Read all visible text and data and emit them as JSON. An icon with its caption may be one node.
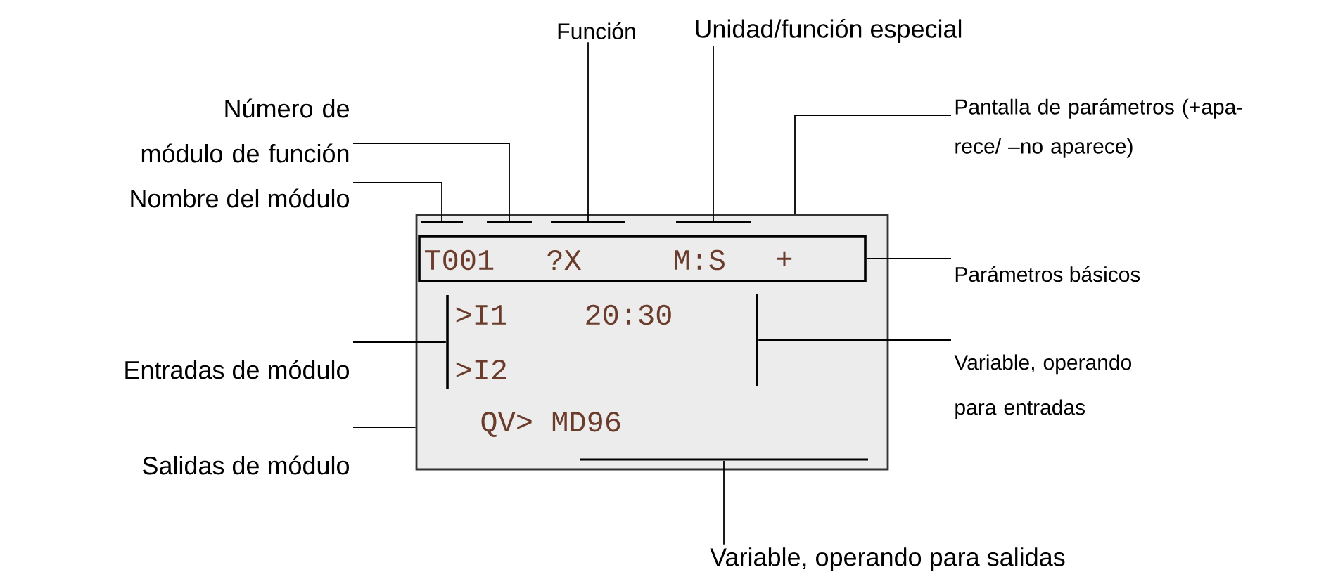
{
  "diagram": {
    "nodes": [
      {
        "text": [
          ">I1",
          "20:30",
          ">I2",
          "QV> MD96"
        ]
      },
      {
        "text": [
          "T001",
          "?X",
          "M:S",
          "+"
        ],
        "in": 0
      },
      {
        "text": [
          "Número de módulo de función"
        ]
      },
      {
        "text": [
          "Nombre del módulo"
        ]
      },
      {
        "text": [
          "Función"
        ]
      },
      {
        "text": [
          "Unidad/función especial"
        ]
      },
      {
        "text": [
          "Pantalla de parámetros (+apa- rece/ –no aparece)"
        ]
      },
      {
        "text": [
          "Parámetros básicos"
        ]
      },
      {
        "text": [
          "Entradas de módulo"
        ]
      },
      {
        "text": [
          "Variable, operando para entradas"
        ]
      },
      {
        "text": [
          "Salidas de módulo"
        ]
      },
      {
        "text": [
          "Variable, operando para salidas"
        ]
      },
      {
        "text": [],
        "shape": "bar",
        "in": 0
      },
      {
        "text": [],
        "shape": "bar",
        "in": 0
      },
      {
        "text": [],
        "shape": "bar",
        "in": 0
      },
      {
        "text": [],
        "shape": "bar",
        "in": 0
      },
      {
        "text": [],
        "shape": "bar",
        "in": 0
      },
      {
        "text": [],
        "shape": "bar",
        "in": 0
      },
      {
        "text": [],
        "shape": "bar",
        "in": 0
      }
    ],
    "edges": [
      {
        "from": 2,
        "to": 13,
        "arrow": "none"
      },
      {
        "from": 3,
        "to": 12,
        "arrow": "none"
      },
      {
        "from": 4,
        "to": 14,
        "arrow": "none"
      },
      {
        "from": 5,
        "to": 15,
        "arrow": "none"
      },
      {
        "from": 6,
        "to": 0,
        "arrow": "none"
      },
      {
        "from": 7,
        "to": 1,
        "arrow": "none"
      },
      {
        "from": 8,
        "to": 16,
        "arrow": "none"
      },
      {
        "from": 9,
        "to": 17,
        "arrow": "none"
      },
      {
        "from": 10,
        "to": 0,
        "arrow": "none"
      },
      {
        "from": 11,
        "to": 18,
        "arrow": "none"
      }
    ]
  }
}
